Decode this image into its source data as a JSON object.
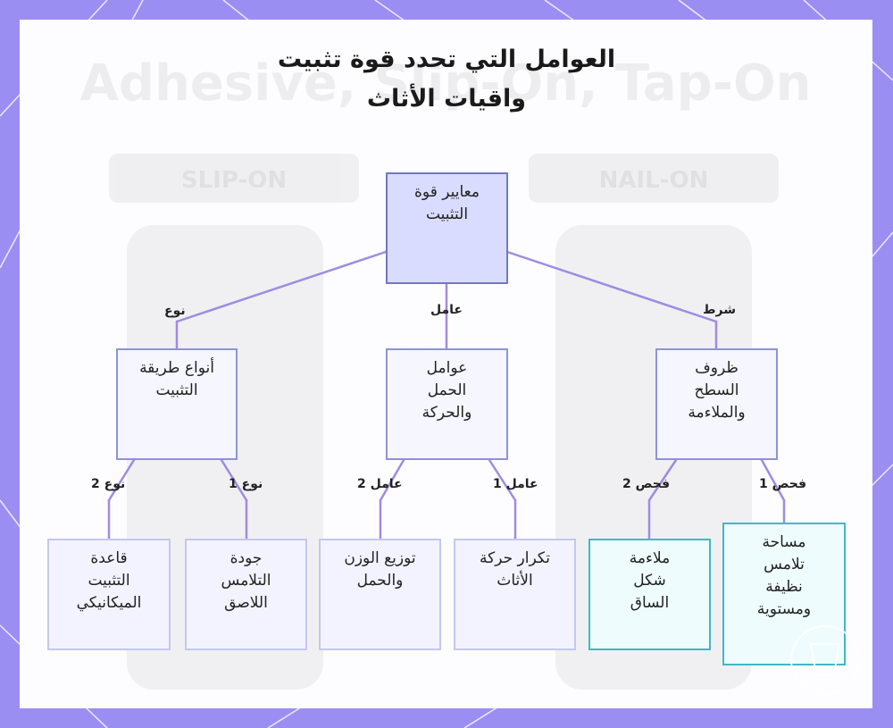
{
  "title": {
    "line1": "العوامل التي تحدد قوة تثبيت",
    "line2": "واقيات الأثاث"
  },
  "background_ghost": {
    "headline": "Adhesive, Slip-On, Tap-On",
    "left_tag": "SLIP-ON",
    "right_tag": "NAIL-ON"
  },
  "colors": {
    "frame": "#9b8ef2",
    "connector": "#a08be0",
    "root_fill": "#dadcff",
    "node_border": "#8d93d8",
    "cyan_border": "#3fb9c4"
  },
  "nodes": {
    "root": [
      "معايير قوة",
      "التثبيت"
    ],
    "mounting_types": [
      "أنواع طريقة",
      "التثبيت"
    ],
    "load_factors": [
      "عوامل",
      "الحمل",
      "والحركة"
    ],
    "surface_conditions": [
      "ظروف",
      "السطح",
      "والملاءمة"
    ],
    "mechanical_base": [
      "قاعدة",
      "التثبيت",
      "الميكانيكي"
    ],
    "adhesive_quality": [
      "جودة",
      "التلامس",
      "اللاصق"
    ],
    "weight_distribution": [
      "توزيع الوزن",
      "والحمل"
    ],
    "movement_frequency": [
      "تكرار حركة",
      "الأثاث"
    ],
    "leg_shape_fit": [
      "ملاءمة",
      "شكل",
      "الساق"
    ],
    "clean_flat_area": [
      "مساحة",
      "تلامس",
      "نظيفة",
      "ومستوية"
    ]
  },
  "edge_labels": {
    "type": "نوع",
    "factor": "عامل",
    "condition": "شرط",
    "type_2": "نوع 2",
    "type_1": "نوع 1",
    "factor_2": "عامل 2",
    "factor_1": "عامل 1",
    "check_2": "فحص 2",
    "check_1": "فحص 1"
  }
}
